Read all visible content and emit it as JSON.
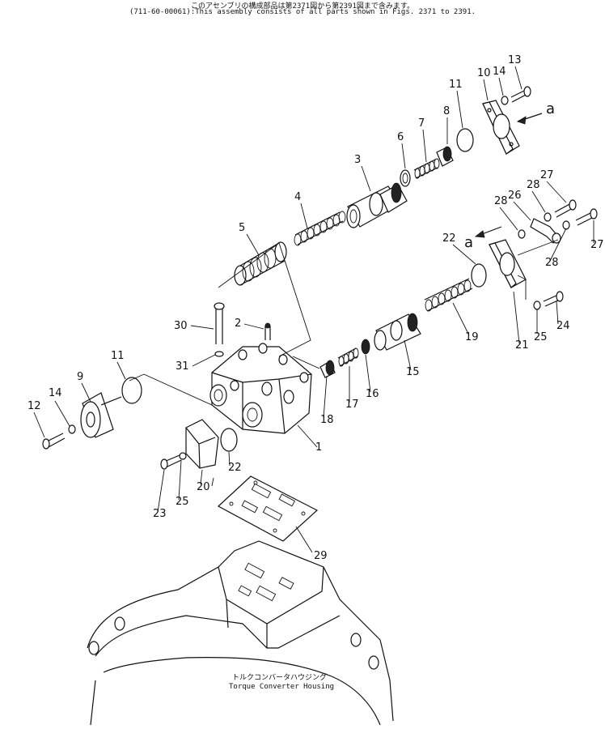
{
  "header": {
    "line1": "このアセンブリの構成部品は第2371図から第2391図まで含みます。",
    "line2": "(711-60-00061):This assembly consists of all parts shown in Figs. 2371 to 2391."
  },
  "housing": {
    "label_jp": "トルクコンバータハウジング",
    "label_en": "Torque Converter Housing"
  },
  "view_arrow_label": "a",
  "callouts": [
    "1",
    "2",
    "3",
    "4",
    "5",
    "6",
    "7",
    "8",
    "9",
    "10",
    "11",
    "12",
    "13",
    "14",
    "16",
    "17",
    "18",
    "19",
    "20",
    "21",
    "22",
    "23",
    "24",
    "25",
    "26",
    "27",
    "28",
    "29",
    "30",
    "31",
    "15"
  ]
}
